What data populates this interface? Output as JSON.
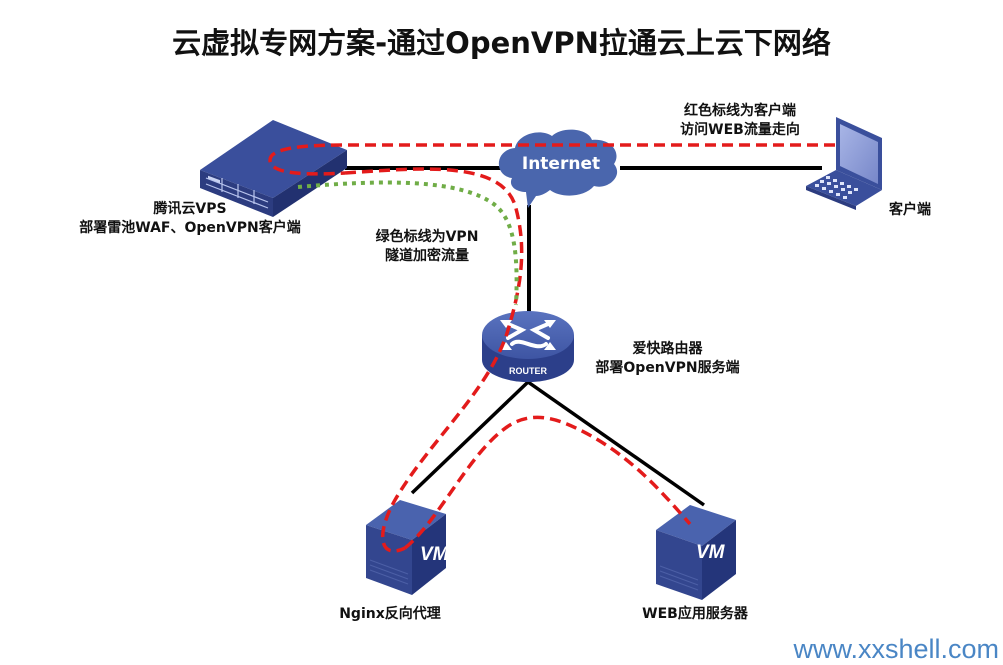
{
  "title": "云虚拟专网方案-通过OpenVPN拉通云上云下网络",
  "nodes": {
    "vps": {
      "icon": "server-appliance-icon",
      "label_line1": "腾讯云VPS",
      "label_line2": "部署雷池WAF、OpenVPN客户端"
    },
    "internet": {
      "icon": "cloud-icon",
      "label": "Internet"
    },
    "client": {
      "icon": "laptop-icon",
      "label": "客户端"
    },
    "router": {
      "icon": "router-icon",
      "badge": "ROUTER",
      "label_line1": "爱快路由器",
      "label_line2": "部署OpenVPN服务端"
    },
    "nginx": {
      "icon": "vm-server-icon",
      "badge": "VM",
      "label": "Nginx反向代理"
    },
    "web": {
      "icon": "vm-server-icon",
      "badge": "VM",
      "label": "WEB应用服务器"
    }
  },
  "legend": {
    "red": {
      "line1": "红色标线为客户端",
      "line2": "访问WEB流量走向",
      "color": "#e31b1b"
    },
    "green": {
      "line1": "绿色标线为VPN",
      "line2": "隧道加密流量",
      "color": "#70ad47"
    }
  },
  "colors": {
    "device_blue": "#3b4f9c",
    "cloud_blue": "#4a66ad",
    "link_black": "#000000",
    "watermark": "#4a86c5"
  },
  "watermark": "www.xxshell.com"
}
